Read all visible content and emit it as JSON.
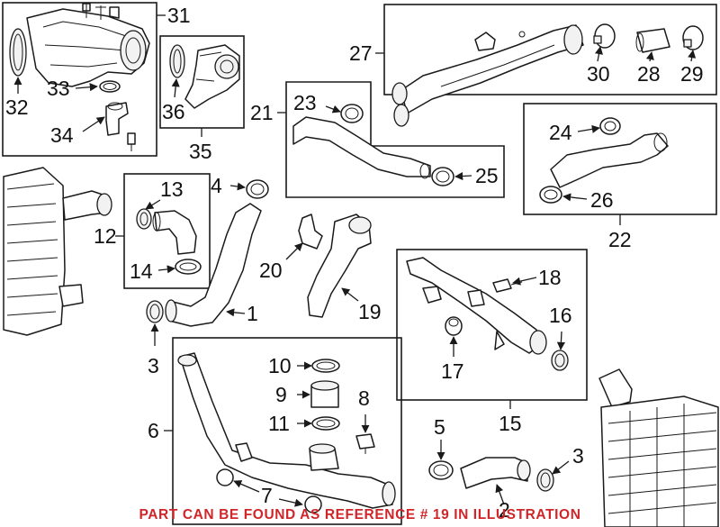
{
  "callouts": {
    "c1": "1",
    "c2": "2",
    "c3a": "3",
    "c3b": "3",
    "c4": "4",
    "c5": "5",
    "c6": "6",
    "c7": "7",
    "c8": "8",
    "c9": "9",
    "c10": "10",
    "c11": "11",
    "c12": "12",
    "c13": "13",
    "c14": "14",
    "c15": "15",
    "c16": "16",
    "c17": "17",
    "c18": "18",
    "c19": "19",
    "c20": "20",
    "c21": "21",
    "c22": "22",
    "c23": "23",
    "c24": "24",
    "c25": "25",
    "c26": "26",
    "c27": "27",
    "c28": "28",
    "c29": "29",
    "c30": "30",
    "c31": "31",
    "c32": "32",
    "c33": "33",
    "c34": "34",
    "c35": "35",
    "c36": "36"
  },
  "notice": {
    "text": "PART CAN BE FOUND AS REFERENCE # 19 IN ILLUSTRATION",
    "color": "#d0262a"
  }
}
